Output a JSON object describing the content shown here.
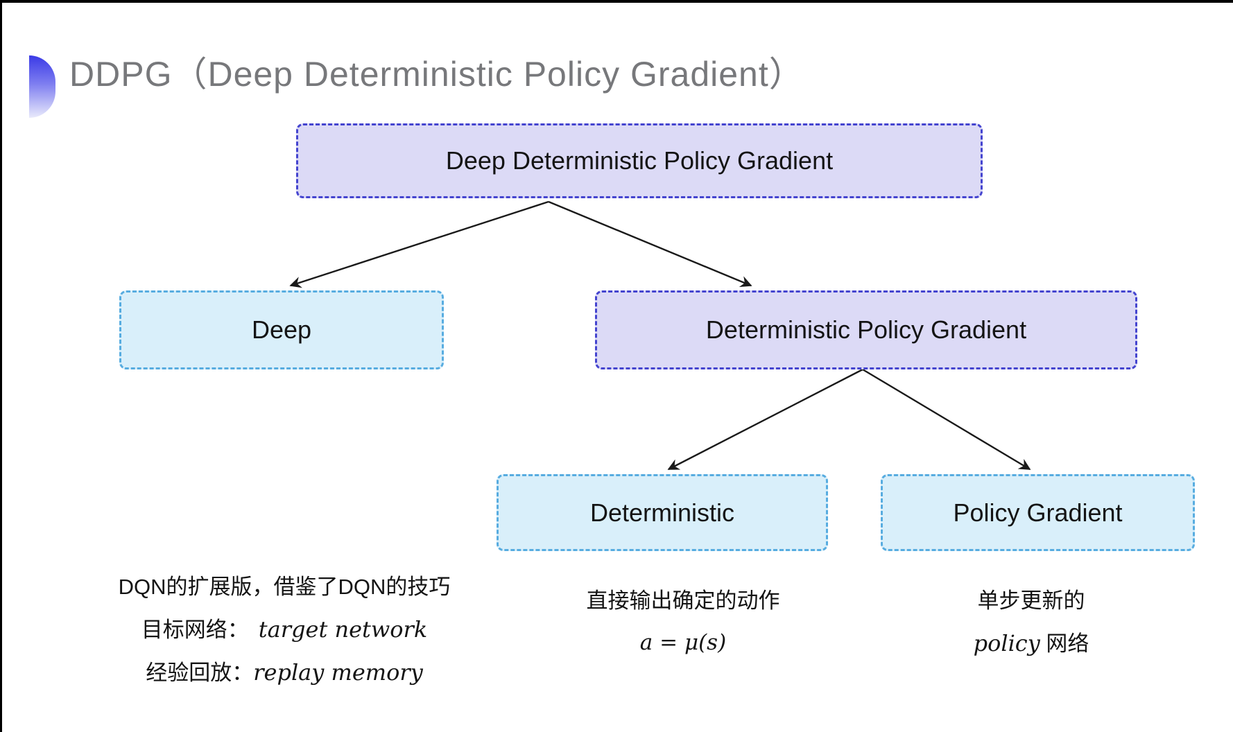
{
  "title": "DDPG（Deep Deterministic Policy Gradient）",
  "nodes": {
    "root": {
      "label": "Deep Deterministic Policy Gradient"
    },
    "deep": {
      "label": "Deep"
    },
    "dpg": {
      "label": "Deterministic Policy Gradient"
    },
    "deterministic": {
      "label": "Deterministic"
    },
    "policy_gradient": {
      "label": "Policy Gradient"
    }
  },
  "notes": {
    "deep": {
      "line1": "DQN的扩展版，借鉴了DQN的技巧",
      "line2_label": "目标网络：",
      "line2_term": "target network",
      "line3_label": "经验回放：",
      "line3_term": "replay memory"
    },
    "deterministic": {
      "line1": "直接输出确定的动作",
      "formula": "a = μ(s)"
    },
    "policy_gradient": {
      "line1": "单步更新的",
      "line2_term": "policy",
      "line2_suffix": " 网络"
    }
  },
  "colors": {
    "purple_fill": "#dcdaf6",
    "purple_border": "#4444cf",
    "cyan_fill": "#d9effa",
    "cyan_border": "#57ace0",
    "arrow": "#1a1a1a",
    "title_gray": "#77787b",
    "bullet_top": "#3a3ae6",
    "bullet_bottom": "#e9eafb"
  }
}
